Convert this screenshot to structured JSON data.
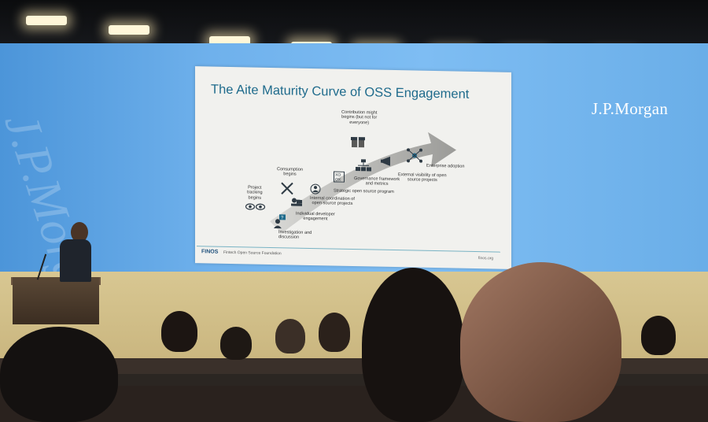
{
  "scene": {
    "brand_logo": "J.P.Morgan",
    "watermark_text": "J.P.Morgan"
  },
  "slide": {
    "title": "The Aite Maturity Curve of OSS Engagement",
    "stages": [
      {
        "label": "Project\ntracking\nbegins",
        "icon": "eye-icon"
      },
      {
        "label": "Investigation and\ndiscussion",
        "icon": "question-person-icon"
      },
      {
        "label": "Consumption\nbegins",
        "icon": "fork-knife-icon"
      },
      {
        "label": "Individual developer\nengagement",
        "icon": "developer-desk-icon"
      },
      {
        "label": "Internal coordination of\nopen source projects",
        "icon": "team-icon"
      },
      {
        "label": "Strategic open source program",
        "icon": "strategy-board-icon"
      },
      {
        "label": "Governance framework\nand metrics",
        "icon": "org-chart-icon"
      },
      {
        "label": "Contribution might\nbegins (but not for\neveryone)",
        "icon": "gift-icon"
      },
      {
        "label": "External visibility of open\nsource projects",
        "icon": "megaphone-icon"
      },
      {
        "label": "Enterprise adoption",
        "icon": "network-icon"
      }
    ],
    "footer": {
      "org": "FINOS",
      "org_full": "Fintech Open Source Foundation",
      "url": "finos.org"
    }
  },
  "colors": {
    "screen_blue": "#6fb1ec",
    "title_teal": "#1f6b8c",
    "icon_dark": "#2e3a44",
    "arrow_grey": "#9a9a9a"
  }
}
